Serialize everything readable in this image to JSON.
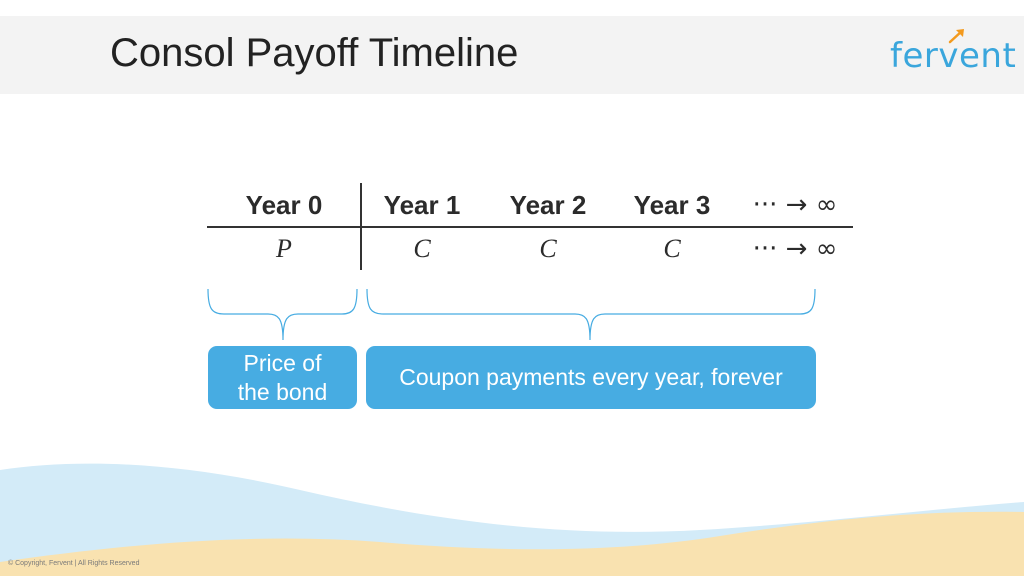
{
  "slide": {
    "title": "Consol Payoff Timeline",
    "logo_text": "fervent",
    "copyright": "© Copyright, Fervent | All Rights Reserved"
  },
  "timeline": {
    "headers": [
      "Year 0",
      "Year 1",
      "Year 2",
      "Year 3",
      "··· → ∞"
    ],
    "values": [
      "P",
      "C",
      "C",
      "C",
      "··· → ∞"
    ]
  },
  "callouts": {
    "price_box": [
      "Price of",
      "the bond"
    ],
    "coupon_box": "Coupon payments every year, forever"
  },
  "colors": {
    "accent": "#47ace2",
    "header_bg": "#f3f3f3",
    "wave_blue": "#d3ebf8",
    "wave_sand": "#f9e2b0"
  },
  "icons": {
    "logo": "fervent-arrow-logo-icon"
  }
}
